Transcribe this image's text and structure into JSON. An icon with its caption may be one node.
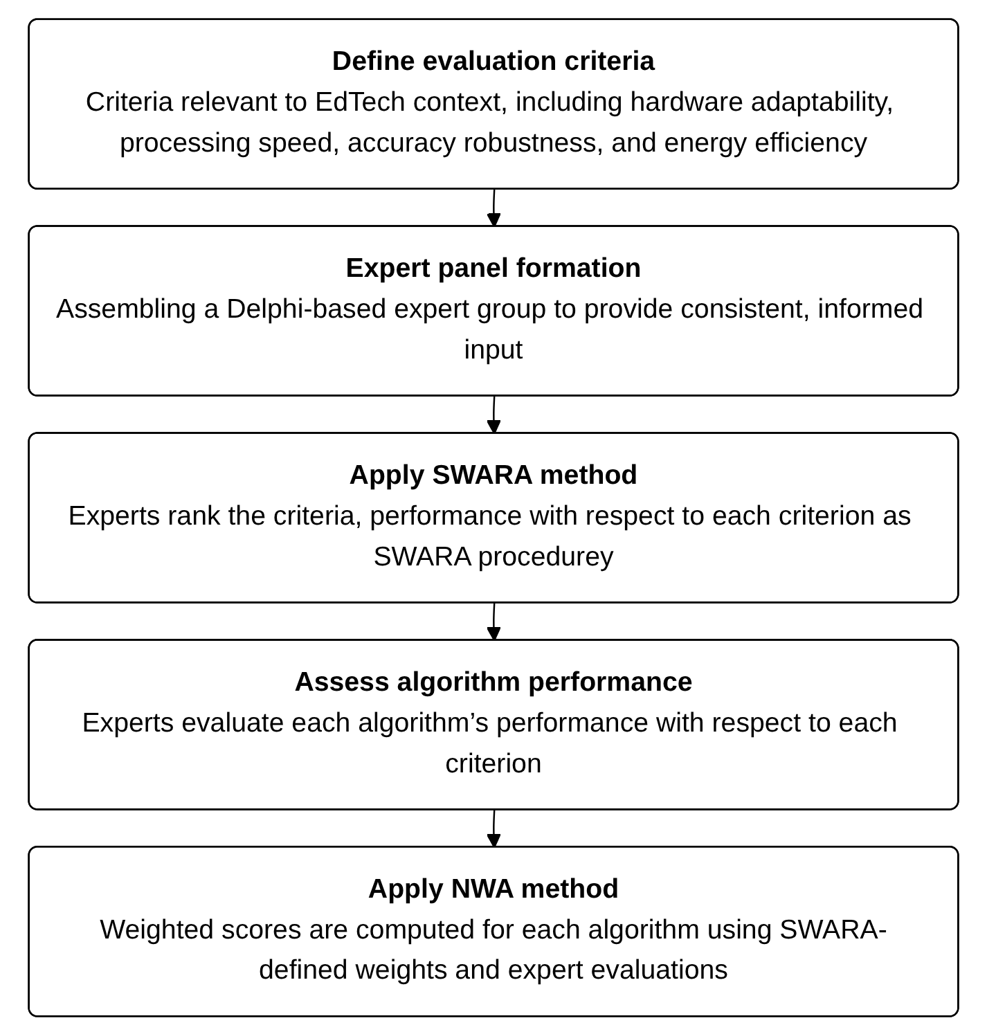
{
  "diagram": {
    "nodes": [
      {
        "text": [
          "Define evaluation criteria",
          "Criteria relevant to EdTech context, including hardware adaptability, processing speed, accuracy robustness, and energy efficiency"
        ]
      },
      {
        "text": [
          "Expert panel formation",
          "Assembling a Delphi-based expert group to provide consistent, informed input"
        ]
      },
      {
        "text": [
          "Apply SWARA method",
          "Experts rank the criteria, performance with respect to each criterion as SWARA procedurey"
        ]
      },
      {
        "text": [
          "Assess algorithm performance",
          "Experts evaluate each algorithm’s performance with respect to each criterion"
        ]
      },
      {
        "text": [
          "Apply NWA method",
          "Weighted scores are computed for each algorithm using SWARA-defined weights and expert evaluations"
        ]
      }
    ],
    "edges": [
      {
        "from": 0,
        "to": 1,
        "arrow": "to"
      },
      {
        "from": 1,
        "to": 2,
        "arrow": "to"
      },
      {
        "from": 2,
        "to": 3,
        "arrow": "to"
      },
      {
        "from": 3,
        "to": 4,
        "arrow": "to"
      }
    ]
  }
}
